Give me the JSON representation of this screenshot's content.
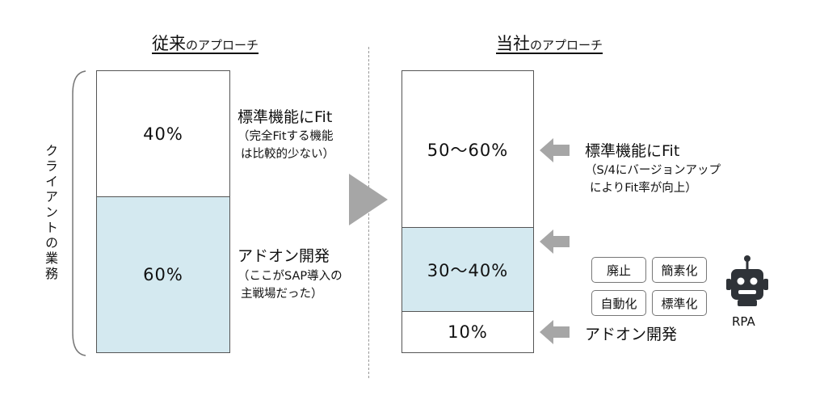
{
  "left": {
    "heading_main": "従来",
    "heading_sub": "のアプローチ",
    "top_pct": "40%",
    "bottom_pct": "60%",
    "label1_main": "標準機能にFit",
    "label1_sub1": "（完全Fitする機能",
    "label1_sub2": "は比較的少ない）",
    "label2_main": "アドオン開発",
    "label2_sub1": "（ここがSAP導入の",
    "label2_sub2": "主戦場だった）"
  },
  "right": {
    "heading_main": "当社",
    "heading_sub": "のアプローチ",
    "top_pct": "50～60%",
    "mid_pct": "30～40%",
    "bottom_pct": "10%",
    "label1_main": "標準機能にFit",
    "label1_sub1": "（S/4にバージョンアップ",
    "label1_sub2": "によりFit率が向上）",
    "label3_main": "アドオン開発",
    "tags": [
      "廃止",
      "簡素化",
      "自動化",
      "標準化"
    ],
    "rpa_label": "RPA"
  },
  "client_label": "クライアントの業務",
  "icons": {
    "arrow_right": "triangle-right-icon",
    "arrow_left": "arrow-left-icon",
    "robot": "robot-icon"
  },
  "colors": {
    "blue_fill": "#d4e9f0",
    "arrow_gray": "#a6a6a6",
    "robot": "#2f3338"
  }
}
